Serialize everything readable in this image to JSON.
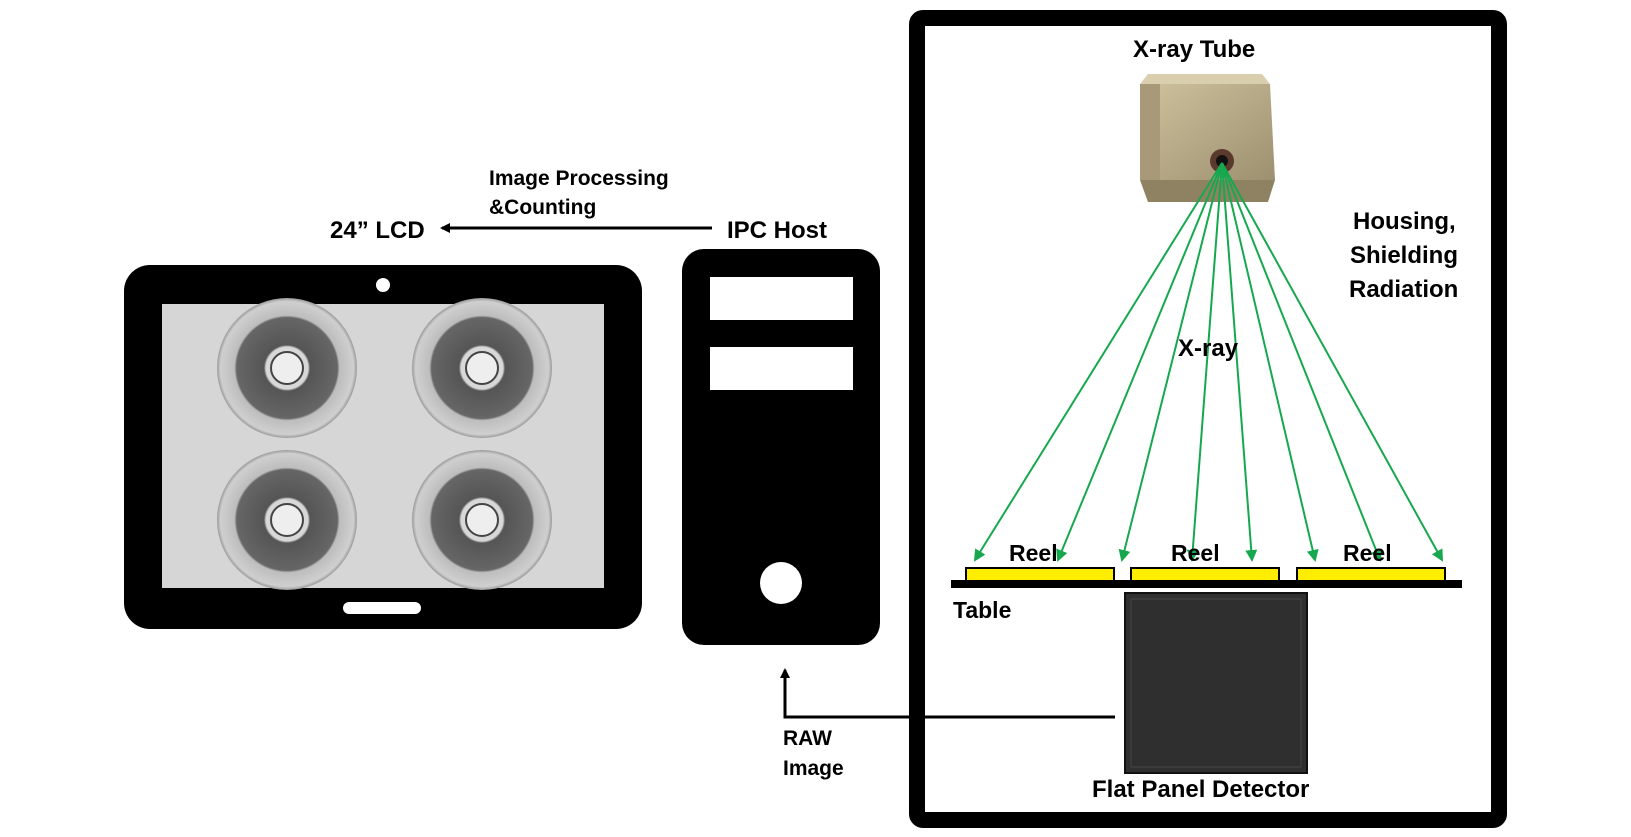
{
  "labels": {
    "lcd": "24” LCD",
    "processing_line1": "Image Processing",
    "processing_line2": "&Counting",
    "ipc_host": "IPC Host",
    "xray_tube": "X-ray Tube",
    "housing_line1": "Housing,",
    "housing_line2": "Shielding",
    "housing_line3": "Radiation",
    "xray": "X-ray",
    "reel_1": "Reel",
    "reel_2": "Reel",
    "reel_3": "Reel",
    "table": "Table",
    "raw_line1": "RAW",
    "raw_line2": "Image",
    "detector": "Flat Panel Detector"
  },
  "colors": {
    "ray": "#17a84f",
    "reel": "#ffee00",
    "device": "#000000",
    "detector": "#2f2f2f",
    "tube": "#b9ab86",
    "screen": "#d6d6d6"
  },
  "icons": [
    "tablet-icon",
    "computer-tower-icon",
    "xray-tube-icon",
    "flat-panel-detector-icon"
  ]
}
